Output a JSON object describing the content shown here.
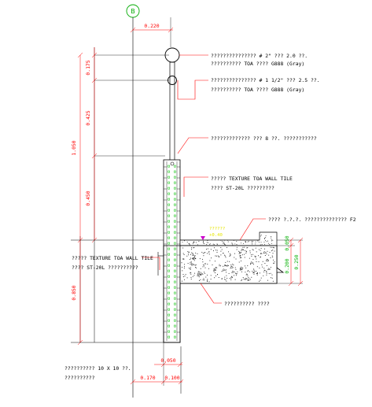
{
  "grid": {
    "label": "B"
  },
  "dimensions": {
    "top_width": "0.220",
    "height_a": "0.175",
    "height_b": "0.425",
    "height_c": "0.450",
    "overall_upper": "1.050",
    "overall_lower": "0.850",
    "slab_upper": "0.050",
    "slab_lower": "0.200",
    "slab_total": "0.250",
    "bottom_small": "0.050",
    "bottom_left": "0.170",
    "bottom_right": "0.100"
  },
  "level": {
    "line1": "??????",
    "line2": "+0.40"
  },
  "notes": {
    "rail_top_1": "??????????????? # 2\" ??? 2.0 ??.",
    "rail_top_2": "?????????? TOA ???? G888 (Gray)",
    "rail_mid_1": "??????????????? # 1 1/2\" ??? 2.5 ??.",
    "rail_mid_2": "?????????? TOA ???? G888 (Gray)",
    "post": "????????????? ??? 8 ??. ???????????",
    "tile_right_1": "????? TEXTURE TOA WALL TILE",
    "tile_right_2": "???? ST-20L ?????????",
    "floor": "???? ?.?.?. ?????????????? F2",
    "tile_left_1": "????? TEXTURE TOA WALL TILE",
    "tile_left_2": "???? ST-20L ??????????",
    "slab": "?????????? ????",
    "footing_1": "?????????? 10 X 10 ??.",
    "footing_2": "??????????"
  },
  "colors": {
    "outline": "#000000",
    "dimension": "#ff0000",
    "grid": "#00aa00",
    "leader": "#ff0000",
    "level": "#e6e600",
    "level_marker": "#cc00cc",
    "rebar": "#00c000",
    "hatch": "#000000"
  }
}
